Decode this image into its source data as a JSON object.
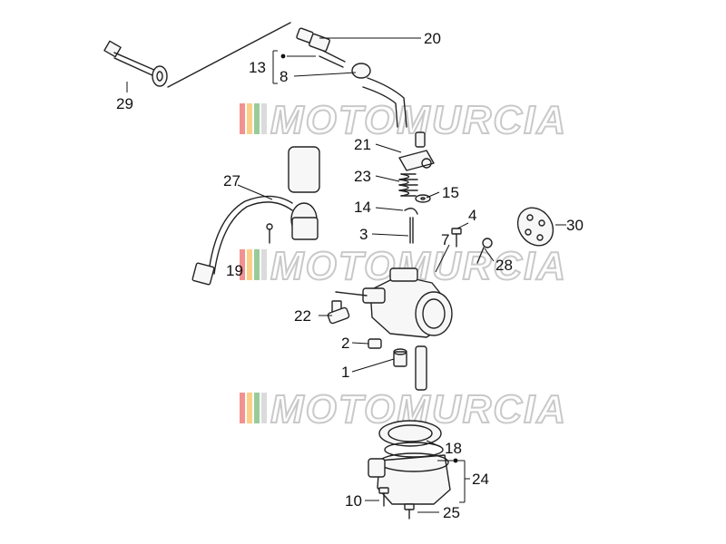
{
  "watermark": {
    "text": "MOTOMURCIA",
    "stripe_colors": [
      "#e53935",
      "#f9a825",
      "#43a047",
      "#bdbdbd"
    ]
  },
  "callouts": {
    "c20": "20",
    "c13": "13",
    "c8": "8",
    "c29": "29",
    "c21": "21",
    "c23": "23",
    "c27": "27",
    "c14": "14",
    "c15": "15",
    "c4": "4",
    "c30": "30",
    "c3": "3",
    "c7": "7",
    "c28": "28",
    "c19": "19",
    "c22": "22",
    "c2": "2",
    "c1": "1",
    "c18": "18",
    "c24": "24",
    "c10": "10",
    "c25": "25"
  }
}
